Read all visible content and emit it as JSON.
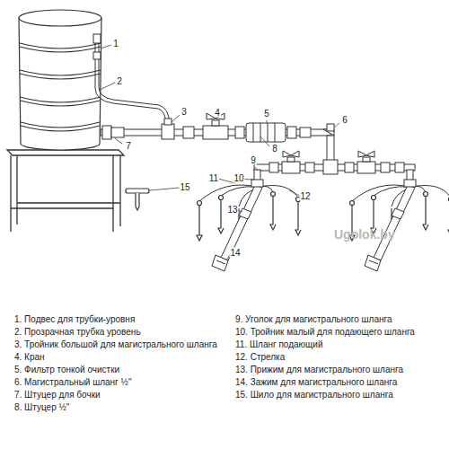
{
  "diagram": {
    "labels": [
      "1",
      "2",
      "3",
      "4",
      "5",
      "6",
      "7",
      "8",
      "9",
      "10",
      "11",
      "12",
      "13",
      "14",
      "15",
      "1. Подвес для трубки-уровня",
      "2. Прозрачная трубка уровень",
      "3. Тройник большой для магистрального шланга",
      "4. Кран",
      "5. Фильтр тонкой очистки",
      "6. Магистральный шланг ½\"",
      "7. Штуцер для бочки",
      "8. Штуцер ½\"",
      "9. Уголок для магистрального шланга",
      "10. Тройник малый для подающего шланга",
      "11. Шланг подающий",
      "12. Стрелка",
      "13. Прижим для магистрального шланга",
      "14. Зажим для магистрального шланга",
      "15. Шило для магистрального шланга",
      "Ugolok.by"
    ]
  }
}
